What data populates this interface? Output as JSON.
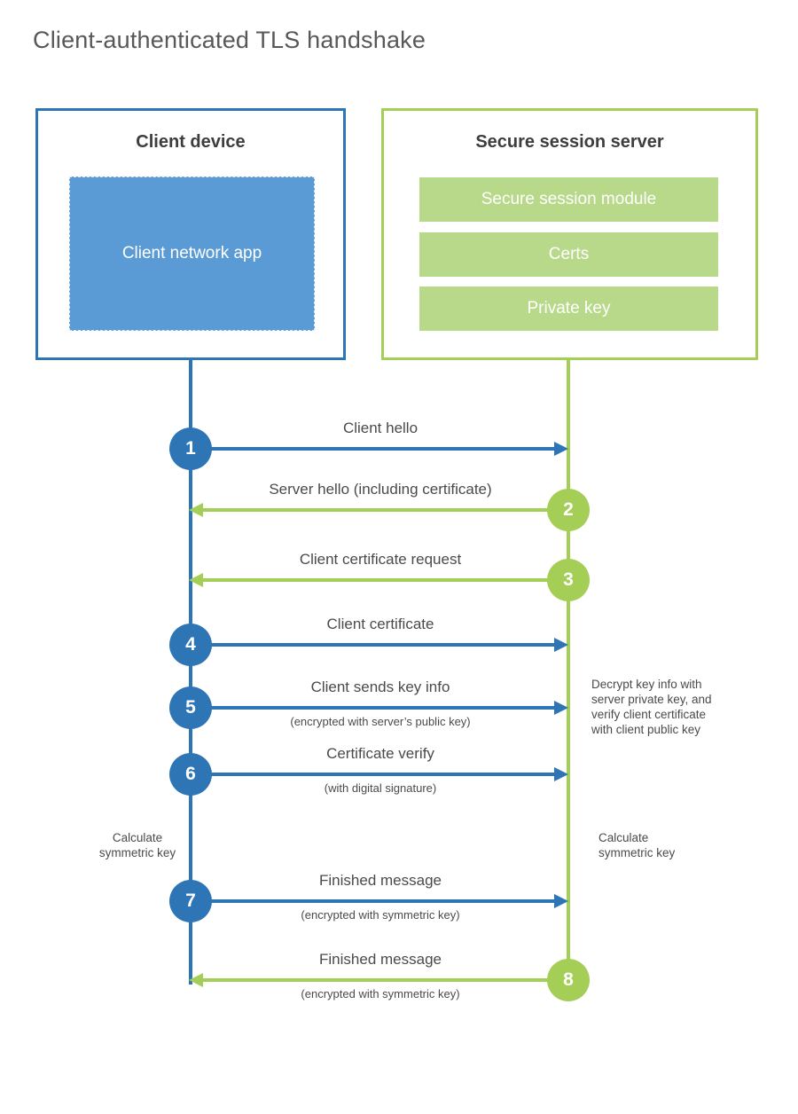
{
  "title": "Client-authenticated TLS handshake",
  "colors": {
    "blue": "#2e75b6",
    "blue_light": "#5b9bd5",
    "green": "#a5ce56",
    "green_light": "#b8d98a",
    "text_dark": "#3d3d40",
    "text_gray": "#4a4a4c",
    "title_gray": "#57585a"
  },
  "client_box": {
    "title": "Client device",
    "app_label": "Client network app"
  },
  "server_box": {
    "title": "Secure session server",
    "modules": [
      "Secure session module",
      "Certs",
      "Private key"
    ]
  },
  "steps": [
    {
      "num": "1",
      "from": "client",
      "label": "Client hello",
      "sub": ""
    },
    {
      "num": "2",
      "from": "server",
      "label": "Server hello (including certificate)",
      "sub": ""
    },
    {
      "num": "3",
      "from": "server",
      "label": "Client certificate request",
      "sub": ""
    },
    {
      "num": "4",
      "from": "client",
      "label": "Client certificate",
      "sub": ""
    },
    {
      "num": "5",
      "from": "client",
      "label": "Client sends key info",
      "sub": "(encrypted with server’s public key)"
    },
    {
      "num": "6",
      "from": "client",
      "label": "Certificate verify",
      "sub": "(with digital signature)"
    },
    {
      "num": "7",
      "from": "client",
      "label": "Finished message",
      "sub": "(encrypted with symmetric key)"
    },
    {
      "num": "8",
      "from": "server",
      "label": "Finished message",
      "sub": "(encrypted with symmetric key)"
    }
  ],
  "notes": {
    "decrypt": "Decrypt key info with\nserver private key, and\nverify client certificate\nwith client public key",
    "calc_left": "Calculate\nsymmetric key",
    "calc_right": "Calculate\nsymmetric key"
  }
}
